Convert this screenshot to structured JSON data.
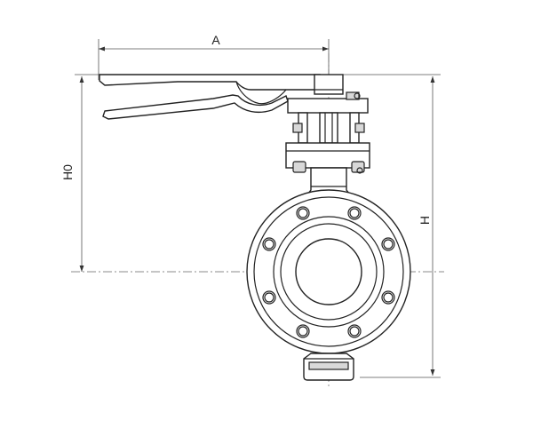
{
  "dimensions": {
    "width_label": "A",
    "handle_height_label": "H0",
    "overall_height_label": "H"
  },
  "colors": {
    "line": "#222222",
    "dimension": "#555555",
    "fill_light": "#d8d8d8"
  }
}
